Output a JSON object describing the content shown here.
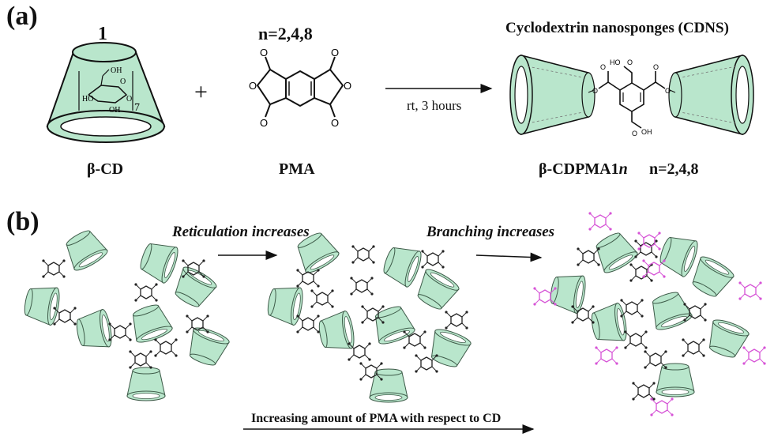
{
  "panel_a": {
    "tag": "(a)",
    "reactant1": {
      "number": "1",
      "label": "β-CD",
      "ring_index": "7",
      "groups": [
        "OH",
        "HO",
        "OH",
        "O",
        "O"
      ]
    },
    "plus": "+",
    "reactant2": {
      "heading": "n=2,4,8",
      "label": "PMA",
      "atoms": [
        "O",
        "O",
        "O",
        "O",
        "O",
        "O"
      ]
    },
    "arrow_label": "rt, 3 hours",
    "product": {
      "heading": "Cyclodextrin nanosponges (CDNS)",
      "label_main": "β-CDPMA1",
      "label_n": "n",
      "label_suffix": "n=2,4,8",
      "groups": [
        "HO",
        "O",
        "OH",
        "O",
        "O",
        "O",
        "O",
        "O"
      ]
    }
  },
  "panel_b": {
    "tag": "(b)",
    "label_reticulation": "Reticulation increases",
    "label_branching": "Branching increases",
    "bottom_label": "Increasing amount of PMA with respect to CD"
  },
  "colors": {
    "cd_fill": "#b9e6cc",
    "cd_stroke": "#3d5a48",
    "linker": "#222222",
    "branch": "#d653d6"
  }
}
